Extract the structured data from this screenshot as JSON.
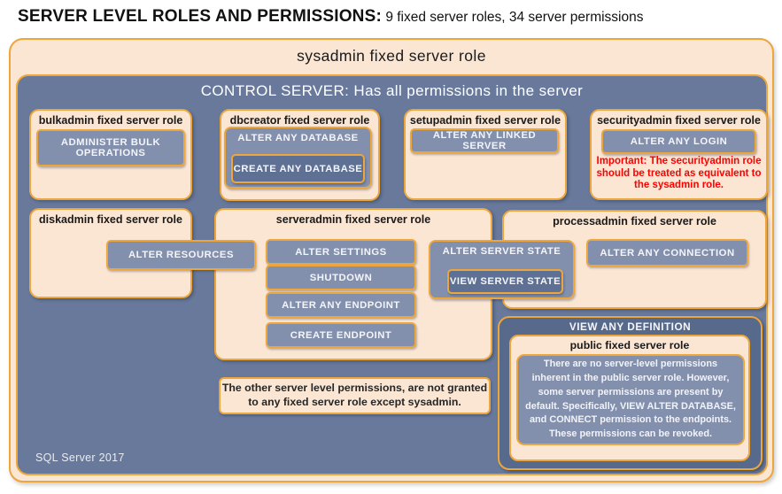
{
  "header": {
    "title_bold": "SERVER LEVEL ROLES AND PERMISSIONS:",
    "title_rest": " 9 fixed server roles, 34 server permissions"
  },
  "sysadmin": {
    "title": "sysadmin fixed server role"
  },
  "control": {
    "title": "CONTROL SERVER: Has all permissions in the server",
    "footer": "SQL Server 2017"
  },
  "roles": {
    "bulkadmin": {
      "title": "bulkadmin fixed server role",
      "permissions": {
        "administer_bulk": "ADMINISTER BULK OPERATIONS"
      }
    },
    "dbcreator": {
      "title": "dbcreator fixed server role",
      "permissions": {
        "alter_any_database": "ALTER ANY DATABASE",
        "create_any_database": "CREATE ANY DATABASE"
      }
    },
    "setupadmin": {
      "title": "setupadmin fixed server role",
      "permissions": {
        "alter_any_linked_server": "ALTER ANY LINKED SERVER"
      }
    },
    "securityadmin": {
      "title": "securityadmin fixed server role",
      "permissions": {
        "alter_any_login": "ALTER ANY LOGIN"
      },
      "note": "Important: The securityadmin role should be treated as equivalent to the sysadmin role."
    },
    "diskadmin": {
      "title": "diskadmin fixed server role",
      "permissions": {
        "alter_resources": "ALTER RESOURCES"
      }
    },
    "serveradmin": {
      "title": "serveradmin fixed server role",
      "permissions": {
        "alter_settings": "ALTER SETTINGS",
        "shutdown": "SHUTDOWN",
        "alter_any_endpoint": "ALTER ANY ENDPOINT",
        "create_endpoint": "CREATE ENDPOINT"
      }
    },
    "processadmin": {
      "title": "processadmin fixed server role",
      "permissions": {
        "alter_any_connection": "ALTER ANY CONNECTION"
      }
    },
    "public": {
      "banner": "VIEW ANY DEFINITION",
      "title": "public fixed server role",
      "body": "There are no server-level permissions inherent in the public server role. However, some server permissions are present by default. Specifically, VIEW ALTER DATABASE, and CONNECT permission to the endpoints. These permissions can be revoked."
    }
  },
  "shared_permissions": {
    "alter_server_state": "ALTER SERVER STATE",
    "view_server_state": "VIEW SERVER STATE"
  },
  "notes": {
    "other_permissions": "The other server level permissions, are not granted to any fixed server role except sysadmin."
  },
  "colors": {
    "peach": "#FBE5D3",
    "amber_border": "#EDA63C",
    "slate": "#68799B",
    "slate_light": "#8290AE",
    "slate_dark": "#5E7194",
    "panel_dark": "#586A8C",
    "warning_red": "#FF0000"
  }
}
